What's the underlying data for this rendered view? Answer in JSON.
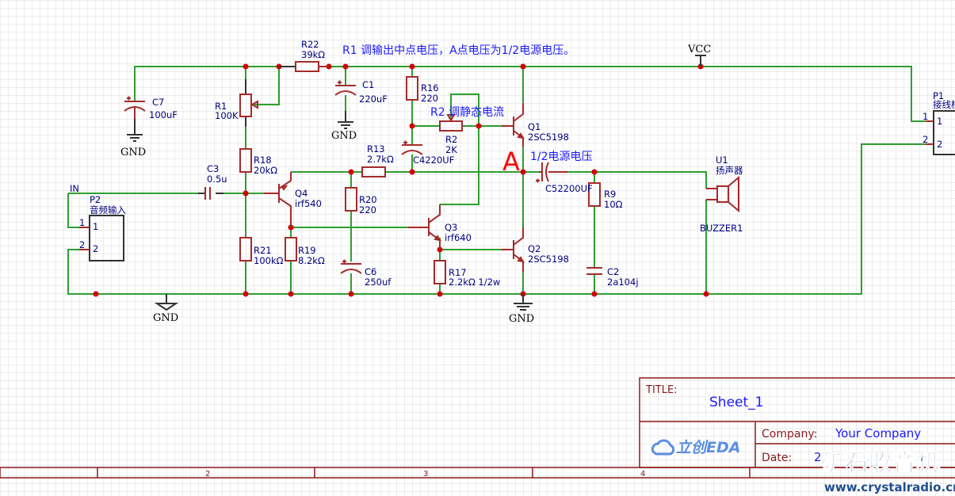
{
  "notes": {
    "r1_note": "R1 调输出中点电压，A点电压为1/2电源电压。",
    "r2_note": "R2 调静态电流",
    "point_a": "A",
    "half_vcc": "1/2电源电压"
  },
  "nets": {
    "vcc": "VCC",
    "gnd": "GND",
    "in": "IN"
  },
  "components": {
    "R22": {
      "ref": "R22",
      "value": "39kΩ"
    },
    "C7": {
      "ref": "C7",
      "value": "100uF"
    },
    "R1": {
      "ref": "R1",
      "value": "100K"
    },
    "C1": {
      "ref": "C1",
      "value": "220uF"
    },
    "R16": {
      "ref": "R16",
      "value": "220"
    },
    "R2": {
      "ref": "R2",
      "value": "2K"
    },
    "C4": {
      "ref": "C4",
      "value": "220UF"
    },
    "Q1": {
      "ref": "Q1",
      "value": "2SC5198"
    },
    "R13": {
      "ref": "R13",
      "value": "2.7kΩ"
    },
    "R18": {
      "ref": "R18",
      "value": "20kΩ"
    },
    "C3": {
      "ref": "C3",
      "value": "0.5u"
    },
    "Q4": {
      "ref": "Q4",
      "value": "irf540"
    },
    "R20": {
      "ref": "R20",
      "value": "220"
    },
    "C5": {
      "ref": "C5",
      "value": "2200UF"
    },
    "R9": {
      "ref": "R9",
      "value": "10Ω"
    },
    "Q3": {
      "ref": "Q3",
      "value": "irf640"
    },
    "Q2": {
      "ref": "Q2",
      "value": "2SC5198"
    },
    "R21": {
      "ref": "R21",
      "value": "100kΩ"
    },
    "R19": {
      "ref": "R19",
      "value": "8.2kΩ"
    },
    "C6": {
      "ref": "C6",
      "value": "250uf"
    },
    "R17": {
      "ref": "R17",
      "value": "2.2kΩ 1/2w"
    },
    "C2": {
      "ref": "C2",
      "value": "2a104j"
    },
    "U1": {
      "ref": "U1",
      "value": "扬声器",
      "name": "BUZZER1"
    },
    "P2": {
      "ref": "P2",
      "value": "音频输入",
      "pin1": "1",
      "pin2": "2"
    },
    "P1": {
      "ref": "P1",
      "value": "接线柱",
      "pin1": "1",
      "pin2": "2"
    }
  },
  "title_block": {
    "title_label": "TITLE:",
    "title": "Sheet_1",
    "company_label": "Company:",
    "company": "Your Company",
    "date_label": "Date:",
    "date": "2",
    "logo": "立创EDA",
    "zone_labels": [
      "2",
      "3",
      "4"
    ]
  },
  "watermark": {
    "text": "矿石收音机",
    "url": "www.crystalradio.cn"
  },
  "colors": {
    "wire": "#2e9e2e",
    "part": "#a52a2a",
    "junction": "#d40000",
    "label": "#000080",
    "note": "#1a1aff",
    "point_a": "#ff0000"
  }
}
